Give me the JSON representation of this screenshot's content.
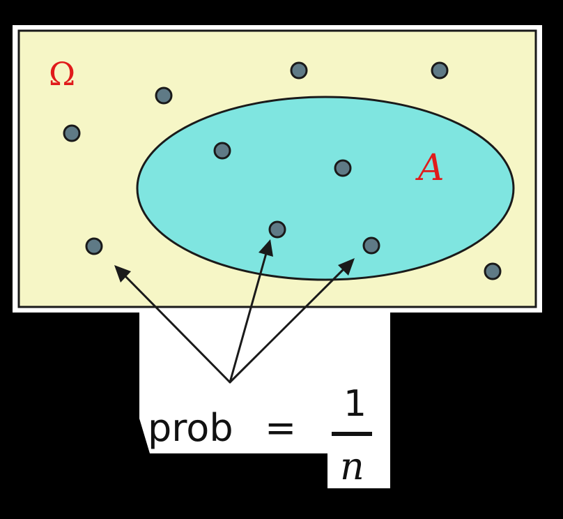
{
  "labels": {
    "sample_space": "Ω",
    "event": "A"
  },
  "formula": {
    "lhs": "prob",
    "equals": "=",
    "numerator": "1",
    "denominator": "n"
  },
  "points": [
    {
      "id": "p1",
      "in_event": false
    },
    {
      "id": "p2",
      "in_event": false
    },
    {
      "id": "p3",
      "in_event": false
    },
    {
      "id": "p4",
      "in_event": false
    },
    {
      "id": "p5",
      "in_event": true
    },
    {
      "id": "p6",
      "in_event": true
    },
    {
      "id": "p7",
      "in_event": false
    },
    {
      "id": "p8",
      "in_event": true
    },
    {
      "id": "p9",
      "in_event": true
    },
    {
      "id": "p10",
      "in_event": false
    }
  ],
  "colors": {
    "sample_space_fill": "#f6f6c6",
    "event_fill": "#7fe5e0",
    "point_fill": "#5f7a86",
    "label_red": "#e01b1b",
    "outline": "#1a1a1a"
  }
}
